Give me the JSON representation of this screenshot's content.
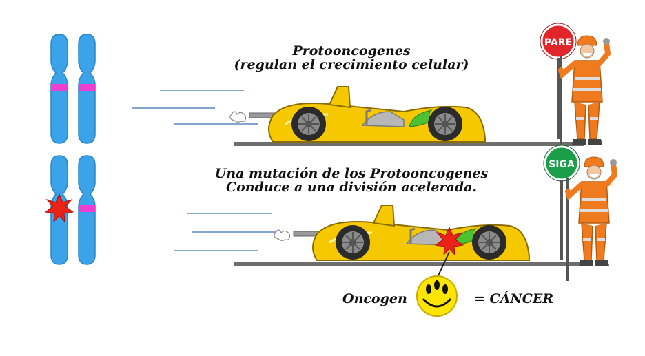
{
  "diagram": {
    "caption_top": {
      "line1": "Protooncogenes",
      "line2": "(regulan el crecimiento celular)"
    },
    "caption_bottom": {
      "line1": "Una mutación de los Protooncogenes",
      "line2": "Conduce a una división acelerada."
    },
    "sign_stop": "PARE",
    "sign_go": "SIGA",
    "oncogen_label": "Oncogen",
    "equals_label": "= CÁNCER"
  },
  "colors": {
    "chromosome_blue": "#3aa3ea",
    "band_magenta": "#ee3fd0",
    "car_yellow": "#f5c800",
    "sign_red": "#e0262b",
    "sign_green": "#1a9e4a",
    "worker_orange": "#f07a1e",
    "mutation_red": "#ea2318",
    "smiley_yellow": "#ffe500"
  },
  "icons": [
    "chromosome-pair-icon",
    "race-car-icon",
    "stop-sign-icon",
    "go-sign-icon",
    "traffic-worker-icon",
    "mutation-star-icon",
    "smiley-icon"
  ]
}
